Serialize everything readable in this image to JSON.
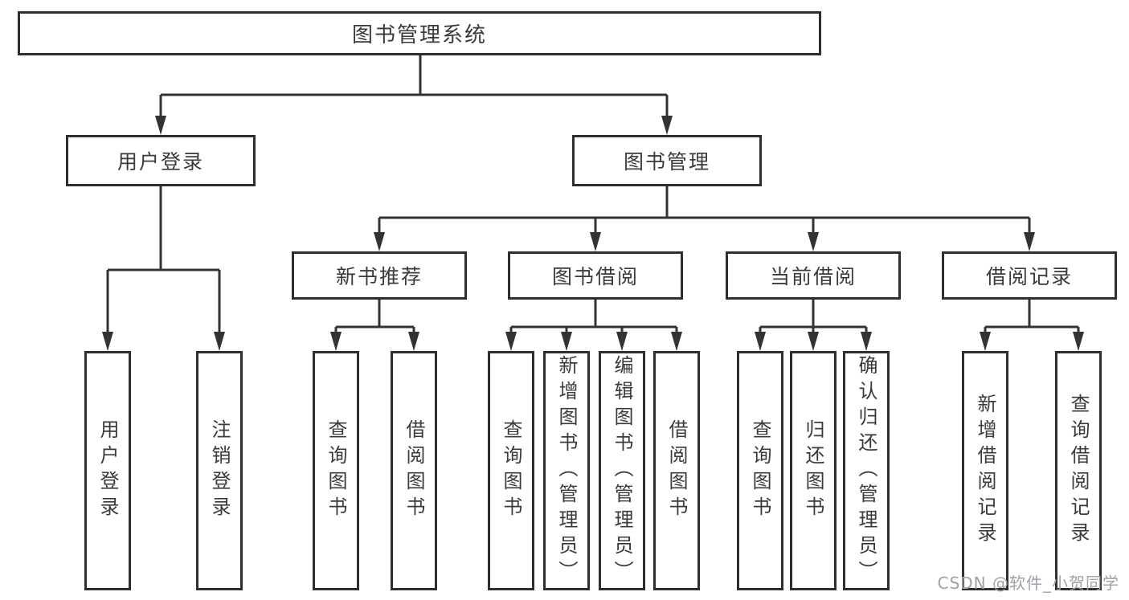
{
  "diagram": {
    "type": "tree",
    "root": {
      "label": "图书管理系统",
      "children": [
        {
          "label": "用户登录",
          "children": [
            {
              "label": "用户登录"
            },
            {
              "label": "注销登录"
            }
          ]
        },
        {
          "label": "图书管理",
          "children": [
            {
              "label": "新书推荐",
              "children": [
                {
                  "label": "查询图书"
                },
                {
                  "label": "借阅图书"
                }
              ]
            },
            {
              "label": "图书借阅",
              "children": [
                {
                  "label": "查询图书"
                },
                {
                  "label": "新增图书（管理员）"
                },
                {
                  "label": "编辑图书（管理员）"
                },
                {
                  "label": "借阅图书"
                }
              ]
            },
            {
              "label": "当前借阅",
              "children": [
                {
                  "label": "查询图书"
                },
                {
                  "label": "归还图书"
                },
                {
                  "label": "确认归还（管理员）"
                }
              ]
            },
            {
              "label": "借阅记录",
              "children": [
                {
                  "label": "新增借阅记录"
                },
                {
                  "label": "查询借阅记录"
                }
              ]
            }
          ]
        }
      ]
    }
  },
  "watermark": {
    "text": "CSDN @软件_小贺同学"
  },
  "colors": {
    "line": "#333333",
    "box_border": "#2f2f2f",
    "text": "#3a3a3a",
    "background": "#ffffff",
    "watermark": "#a0a0a8"
  }
}
